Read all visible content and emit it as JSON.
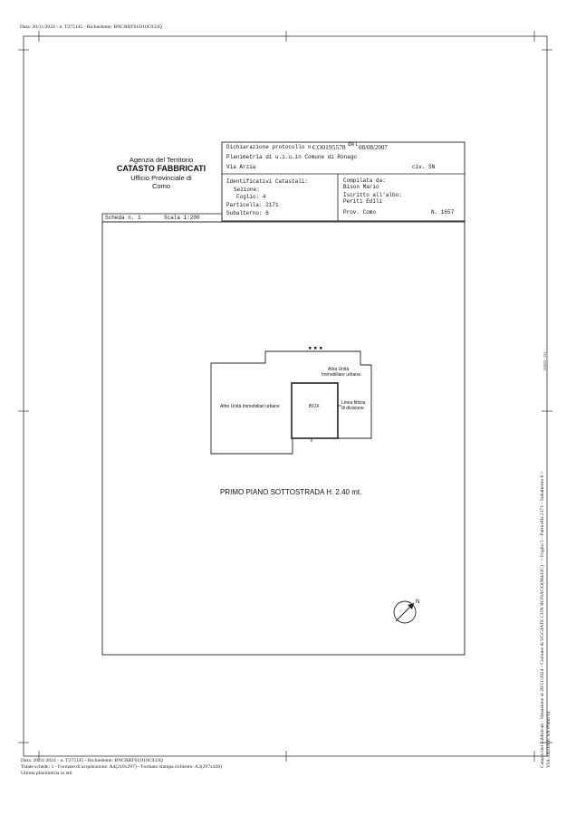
{
  "header": {
    "top_meta": "Data: 20/11/2024 - n. T275145 - Richiedente: BNCRRT61D10C933Q"
  },
  "agency": {
    "line1": "Agenzia del Territorio",
    "line2": "CATASTO FABBRICATI",
    "line3": "Ufficio Provinciale di",
    "line4": "Como"
  },
  "form": {
    "declaration_label": "Dichiarazione protocollo n.",
    "protocol_number": "CO0195578",
    "date_label": "del",
    "date_value": "08/08/2007",
    "planimetry_label": "Planimetria di u.i.u.in Comune di Ronago",
    "address": "Via Arzia",
    "civ_label": "civ. SN",
    "ident_title": "Identificativi Catastali:",
    "sezione": "Sezione:",
    "foglio": "Foglio: 4",
    "particella": "Particella: 2171",
    "subalterno": "Subalterno: 6",
    "compilata_label": "Compilata da:",
    "compilata_name": "Bison Mario",
    "iscritto_label": "Iscritto all'albo:",
    "iscritto_value": "Periti Edili",
    "prov_label": "Prov. Como",
    "prov_number": "N.  1657"
  },
  "sheet": {
    "scheda": "Scheda n. 1",
    "scala": "Scala 1:200"
  },
  "plan": {
    "label_other_units_left": "Altre Unità Immobiliari urbane",
    "label_other_units_top_1": "Altra Unità",
    "label_other_units_top_2": "Immobiliare urbana",
    "label_box": "BOX",
    "label_line_1": "Linea fittizia",
    "label_line_2": "di divisione",
    "floor_caption": "PRIMO PIANO SOTTOSTRADA H. 2.40 mt.",
    "north": "N"
  },
  "side": {
    "stamp": "1630/01 - CO",
    "vertical_1": "Catasto dei Fabbricati - Situazione al 20/11/2024 - Comune di UGGIATE CON RONAGO(M433C) - < Foglio 5 - Particella 2171 - Subalterno 6 >",
    "vertical_2": "VIA ARZIA n. SN Piano S1"
  },
  "footer": {
    "line1": "Data: 20/11/2024 - n. T275145 - Richiedente: BNCRRT61D10C933Q",
    "line2": "Totale schede: 1 - Formato di acquisizione: A4(210x297) - Formato stampa richiesto: A3(297x420)",
    "line3": "Ultima planimetria in atti"
  }
}
